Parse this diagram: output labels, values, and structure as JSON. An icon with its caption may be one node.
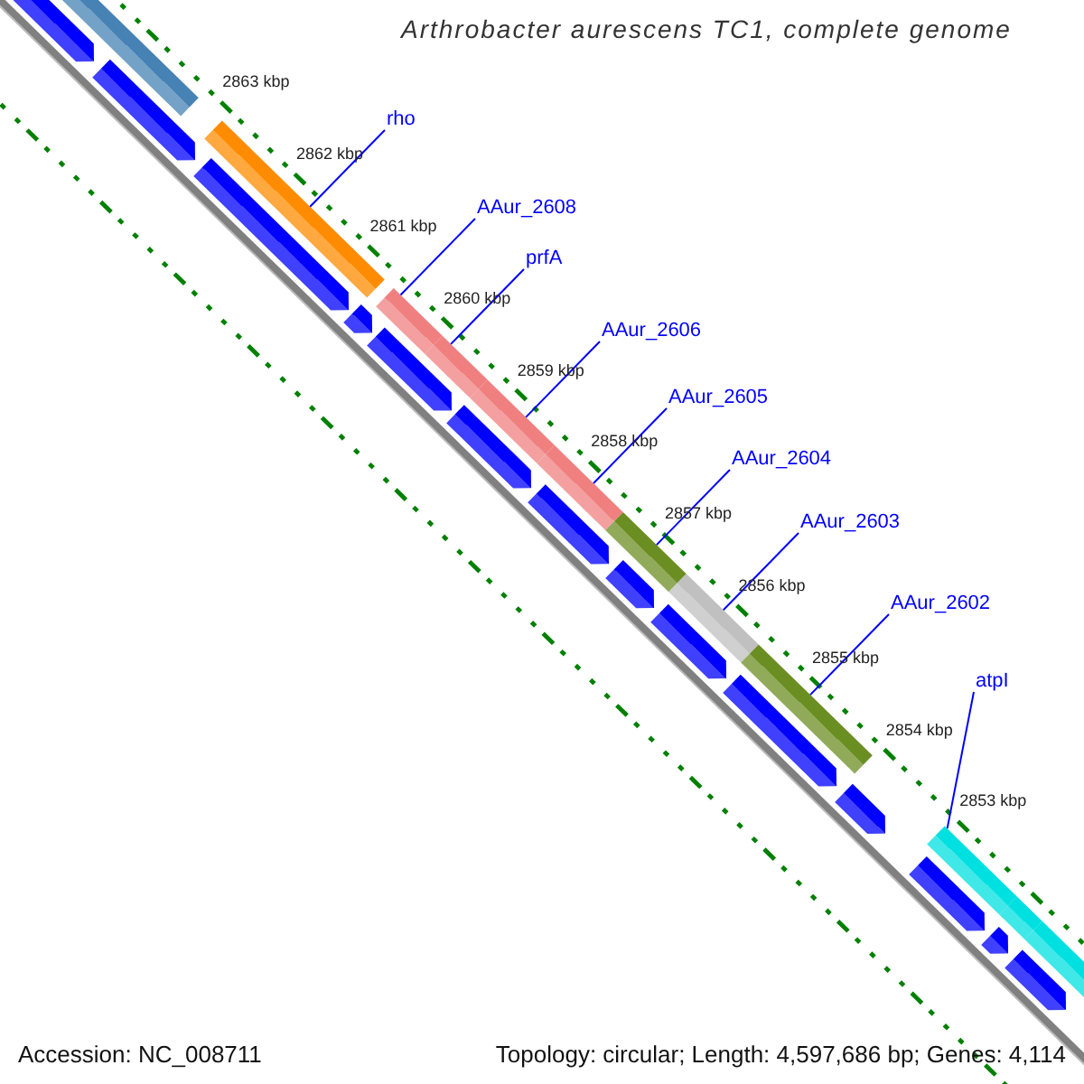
{
  "diagram": {
    "title": "Arthrobacter aurescens TC1, complete genome",
    "nodes": [
      {
        "text": [
          "rho"
        ]
      },
      {
        "text": [
          "AAur_2608"
        ]
      },
      {
        "text": [
          "prfA"
        ]
      },
      {
        "text": [
          "AAur_2606"
        ]
      },
      {
        "text": [
          "AAur_2605"
        ]
      },
      {
        "text": [
          "AAur_2604"
        ]
      },
      {
        "text": [
          "AAur_2603"
        ]
      },
      {
        "text": [
          "AAur_2602"
        ]
      },
      {
        "text": [
          "atpI"
        ]
      },
      {
        "text": [],
        "shape": "bar"
      },
      {
        "text": [],
        "shape": "bar"
      },
      {
        "text": [],
        "shape": "bar"
      },
      {
        "text": [],
        "shape": "bar"
      },
      {
        "text": [],
        "shape": "bar"
      },
      {
        "text": [],
        "shape": "bar"
      },
      {
        "text": [],
        "shape": "bar"
      },
      {
        "text": [],
        "shape": "bar"
      },
      {
        "text": [],
        "shape": "bar"
      },
      {
        "text": [],
        "shape": "bar"
      },
      {
        "text": [],
        "shape": "bar"
      },
      {
        "text": [],
        "shape": "bar"
      },
      {
        "text": [],
        "shape": "arrow"
      },
      {
        "text": [],
        "shape": "arrow"
      },
      {
        "text": [],
        "shape": "arrow"
      },
      {
        "text": [],
        "shape": "arrow"
      },
      {
        "text": [],
        "shape": "arrow"
      },
      {
        "text": [],
        "shape": "arrow"
      },
      {
        "text": [],
        "shape": "arrow"
      },
      {
        "text": [],
        "shape": "arrow"
      },
      {
        "text": [],
        "shape": "arrow"
      },
      {
        "text": [],
        "shape": "arrow"
      },
      {
        "text": [],
        "shape": "arrow"
      },
      {
        "text": [],
        "shape": "arrow"
      },
      {
        "text": [],
        "shape": "arrow"
      },
      {
        "text": [],
        "shape": "arrow"
      }
    ],
    "edges": [
      {
        "from": 0,
        "to": 10,
        "arrow": "none"
      },
      {
        "from": 1,
        "to": 11,
        "arrow": "none"
      },
      {
        "from": 2,
        "to": 12,
        "arrow": "none"
      },
      {
        "from": 3,
        "to": 13,
        "arrow": "none"
      },
      {
        "from": 4,
        "to": 14,
        "arrow": "none"
      },
      {
        "from": 5,
        "to": 15,
        "arrow": "none"
      },
      {
        "from": 6,
        "to": 16,
        "arrow": "none"
      },
      {
        "from": 7,
        "to": 17,
        "arrow": "none"
      },
      {
        "from": 8,
        "to": 18,
        "arrow": "none"
      }
    ],
    "labels": [
      "2863 kbp",
      "2862 kbp",
      "2861 kbp",
      "2860 kbp",
      "2859 kbp",
      "2858 kbp",
      "2857 kbp",
      "2856 kbp",
      "2855 kbp",
      "2854 kbp",
      "2853 kbp",
      "Accession: NC_008711",
      "Topology: circular; Length: 4,597,686 bp; Genes: 4,114"
    ]
  }
}
